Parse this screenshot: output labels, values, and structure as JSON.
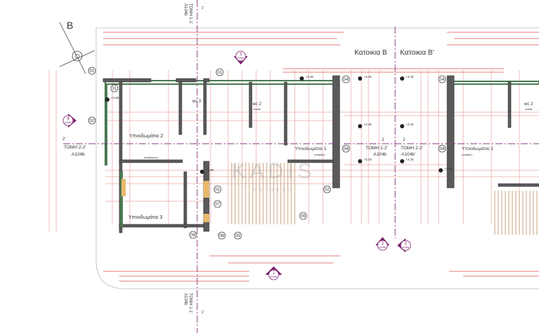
{
  "drawing": {
    "compass_label": "B",
    "units": {
      "left": "Κατοικια Β",
      "right": "Κατοικια Β'"
    },
    "section_1": {
      "title": "ΤΟΜΗ 1-1'",
      "sheet": "A104b",
      "mark": "1'"
    },
    "section_2_left": {
      "mark": "2'",
      "title": "ΤΟΜΗ 2-2'",
      "sheet": "A104b"
    },
    "section_2_mid_a": {
      "mark": "2",
      "title": "ΤΟΜΗ 2-2'",
      "sheet": "A104b"
    },
    "section_2_mid_b": {
      "mark": "2",
      "title": "ΤΟΜΗ 2-2'",
      "sheet": "A104b'"
    },
    "elevation_markers": [
      {
        "num": "4",
        "sheet": "A106b"
      },
      {
        "num": "3",
        "sheet": "A106b"
      },
      {
        "num": "2",
        "sheet": "A106b"
      },
      {
        "num": "2",
        "sheet": "A106b"
      },
      {
        "num": "1",
        "sheet": "A106b"
      }
    ],
    "rooms": {
      "bedroom2": "Υπνοδωμάτιο 2",
      "bedroom3": "Υπνοδωμάτιο 3",
      "bedroom1_left": "Υπνοδωμάτιο 1",
      "bedroom1_left_sub": "(master)",
      "bedroom1_right": "Υπνοδωμάτιο 1",
      "bedroom1_right_sub": "(master)",
      "wc3": "wc 3",
      "wc2_left": "wc 2",
      "wc2_left_sub": "master",
      "wc2_right": "wc 2",
      "wc2_right_sub": "master",
      "storage": "αποθήκευση"
    },
    "levels": [
      "+3.85",
      "+3.40",
      "+3.40",
      "+3.40",
      "+3.40",
      "+3.40",
      "+3.40",
      "+3.40",
      "+3.85",
      "+3.85"
    ],
    "tags": [
      "01",
      "01",
      "01",
      "02",
      "01",
      "04",
      "04",
      "04",
      "04",
      "02",
      "07",
      "08",
      "06",
      "05",
      "09"
    ],
    "watermark": {
      "brand": "KADIS",
      "sub": "ESTATES"
    }
  }
}
